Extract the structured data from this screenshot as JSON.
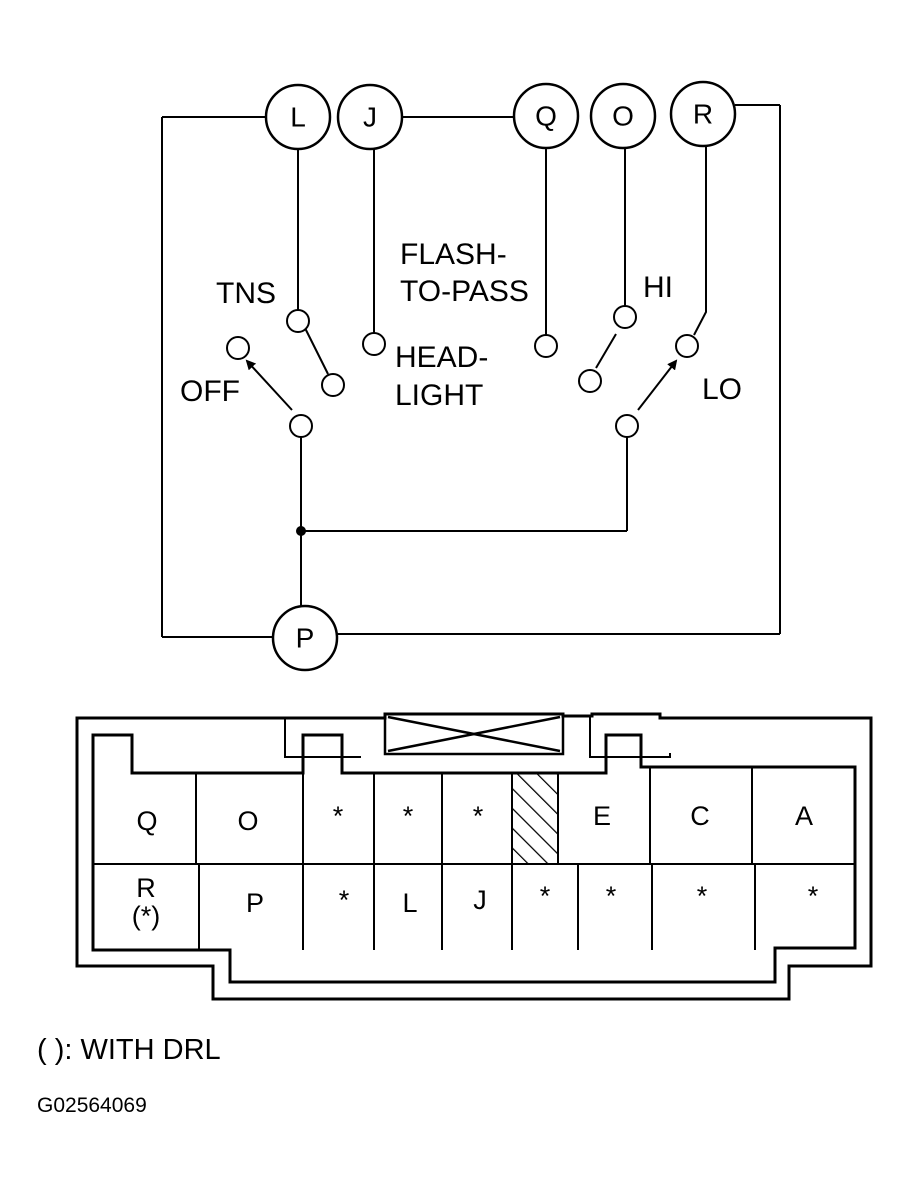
{
  "terminals": [
    "L",
    "J",
    "Q",
    "O",
    "R",
    "P"
  ],
  "switch_labels": {
    "tns": "TNS",
    "off": "OFF",
    "flash_line1": "FLASH-",
    "flash_line2": "TO-PASS",
    "head_line1": "HEAD-",
    "head_line2": "LIGHT",
    "hi": "HI",
    "lo": "LO"
  },
  "connector": {
    "row1": [
      "Q",
      "O",
      "*",
      "*",
      "*",
      "",
      "E",
      "C",
      "A"
    ],
    "row2_first_line1": "R",
    "row2_first_line2": "(*)",
    "row2": [
      "P",
      "*",
      "L",
      "J",
      "*",
      "*",
      "*",
      "*"
    ]
  },
  "legend": "( ): WITH DRL",
  "figure_id": "G02564069"
}
